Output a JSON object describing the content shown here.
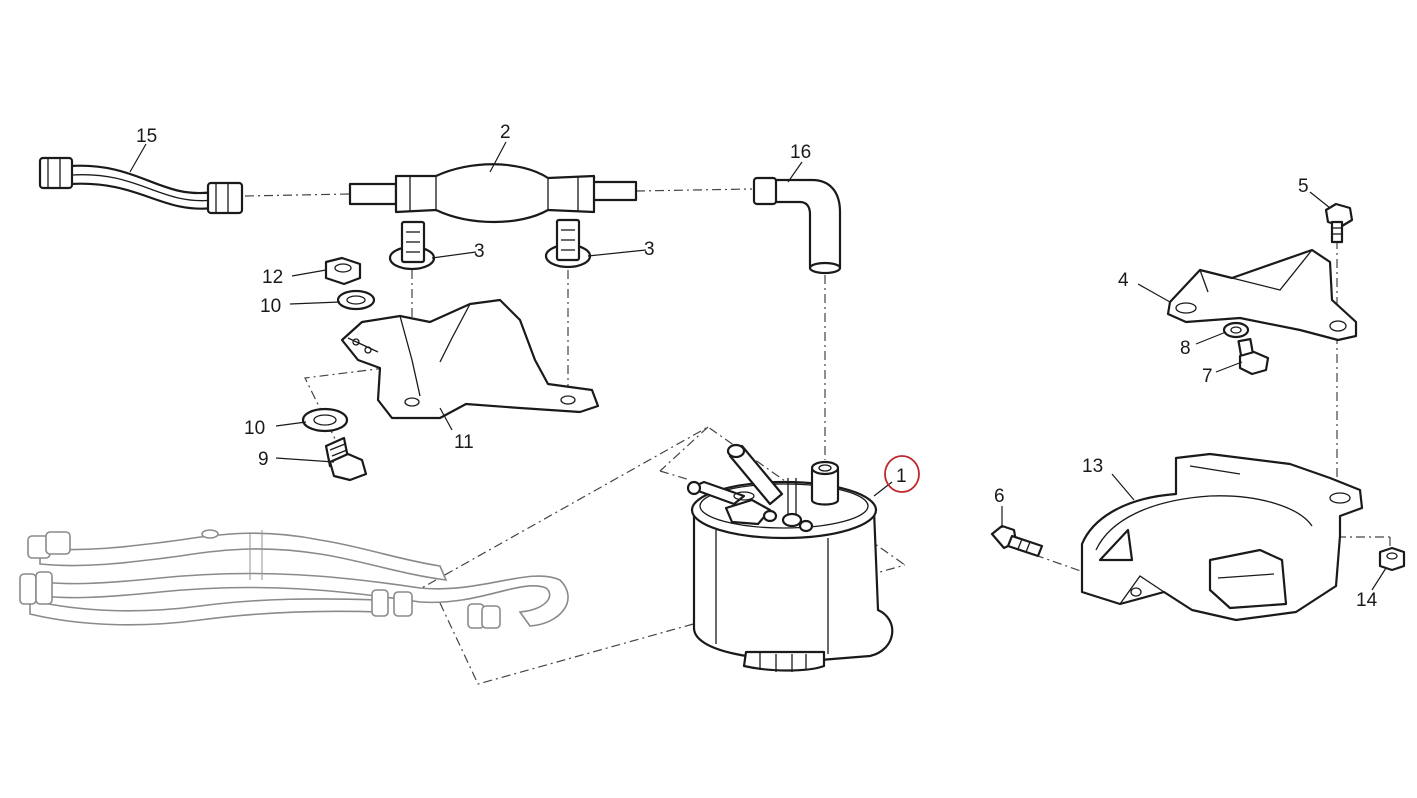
{
  "diagram": {
    "callouts": {
      "p1": "1",
      "p2": "2",
      "p3a": "3",
      "p3b": "3",
      "p4": "4",
      "p5": "5",
      "p6": "6",
      "p7": "7",
      "p8": "8",
      "p9": "9",
      "p10a": "10",
      "p10b": "10",
      "p11": "11",
      "p12": "12",
      "p13": "13",
      "p14": "14",
      "p15": "15",
      "p16": "16"
    },
    "highlighted_callout": "1",
    "colors": {
      "line": "#1a1a1a",
      "ghost_line": "#8a8a8a",
      "highlight": "#c0262b",
      "background": "#ffffff"
    }
  }
}
